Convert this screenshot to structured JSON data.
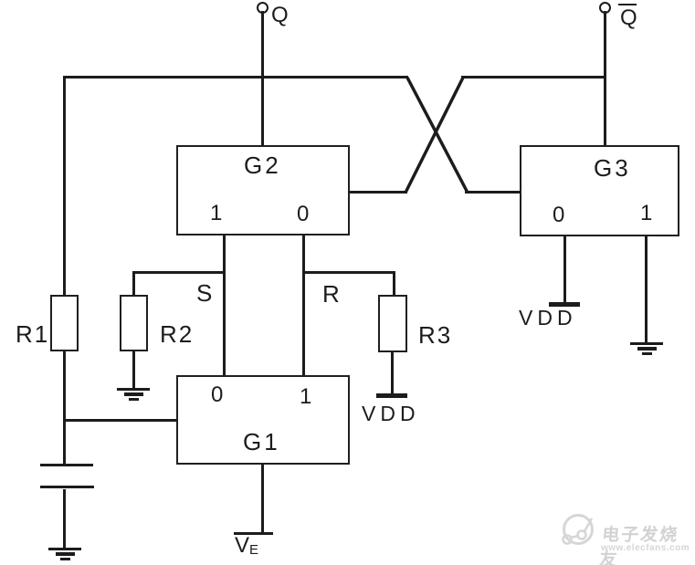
{
  "terminals": {
    "q": "Q",
    "q_bar": "Q"
  },
  "gates": {
    "g2": {
      "label": "G2",
      "pin_left": "1",
      "pin_right": "0"
    },
    "g3": {
      "label": "G3",
      "pin_left": "0",
      "pin_right": "1"
    },
    "g1": {
      "label": "G1",
      "pin_left": "0",
      "pin_right": "1"
    }
  },
  "resistors": {
    "r1": "R1",
    "r2": "R2",
    "r3": "R3"
  },
  "nets": {
    "s": "S",
    "r": "R"
  },
  "power": {
    "vdd_r3": "VDD",
    "vdd_g3": "VDD",
    "ve_main": "V",
    "ve_sub": "E"
  },
  "watermark": {
    "brand": "电子发烧友",
    "url": "www.elecfans.com"
  },
  "colors": {
    "wire": "#1c1c1c",
    "watermark": "#d6d6d6"
  }
}
